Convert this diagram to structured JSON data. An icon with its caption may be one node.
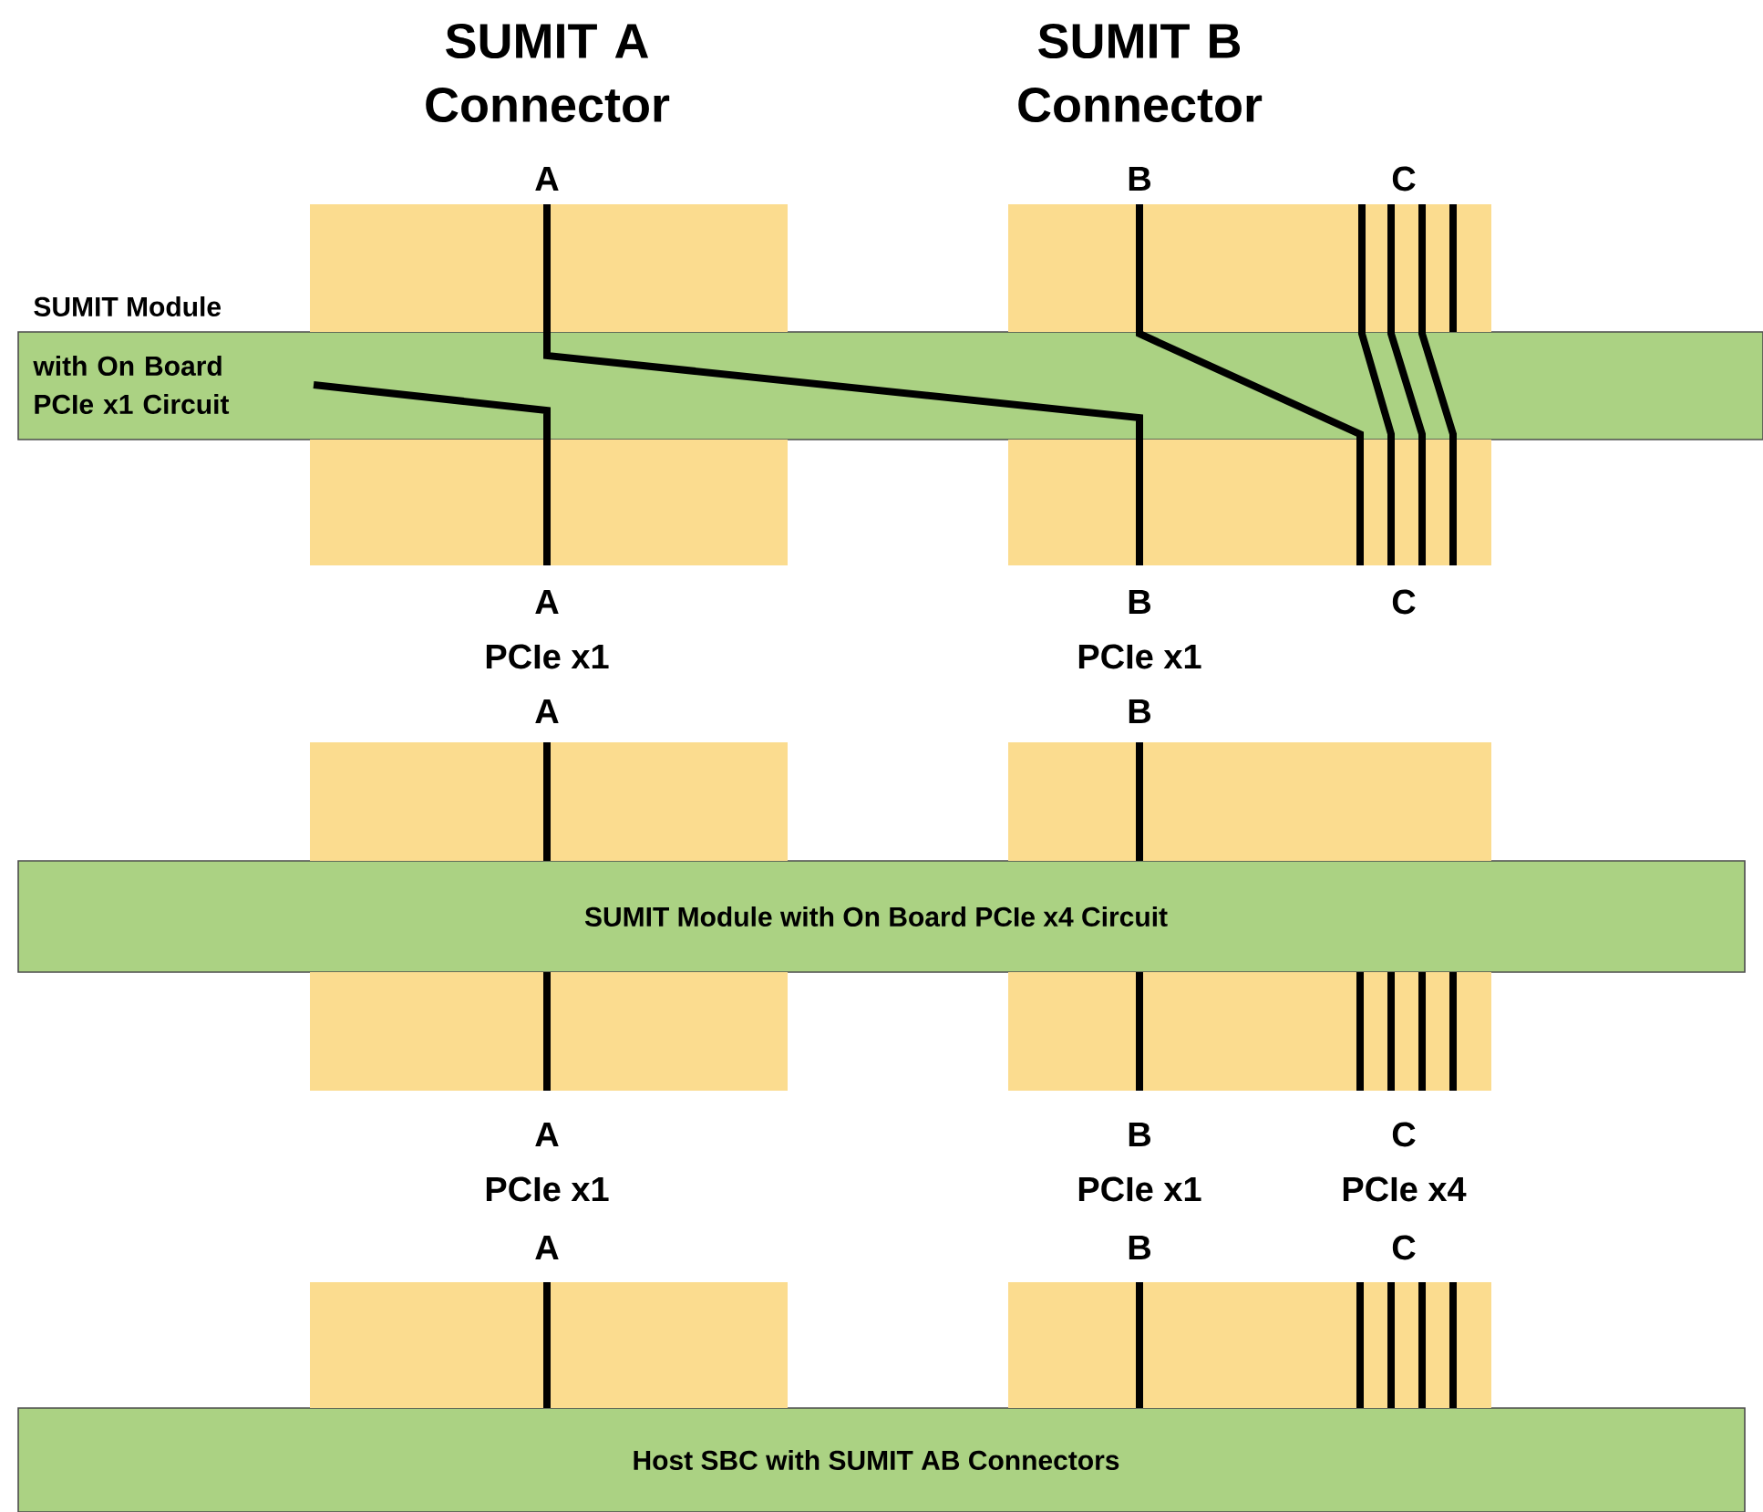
{
  "diagram": {
    "nodes": [
      {
        "text": [
          "SUMIT Module",
          "with On Board PCIe x1 Circuit"
        ]
      },
      {
        "text": [
          "SUMIT Module with On Board PCIe x4 Circuit"
        ]
      },
      {
        "text": [
          "Host SBC with SUMIT AB Connectors"
        ]
      }
    ],
    "labels": [
      "SUMIT A Connector",
      "SUMIT B Connector",
      "A",
      "B",
      "C",
      "A",
      "B",
      "C",
      "PCIe x1",
      "PCIe x1",
      "A",
      "B",
      "A",
      "B",
      "C",
      "PCIe x1",
      "PCIe x1",
      "PCIe x4",
      "A",
      "B",
      "C"
    ]
  }
}
